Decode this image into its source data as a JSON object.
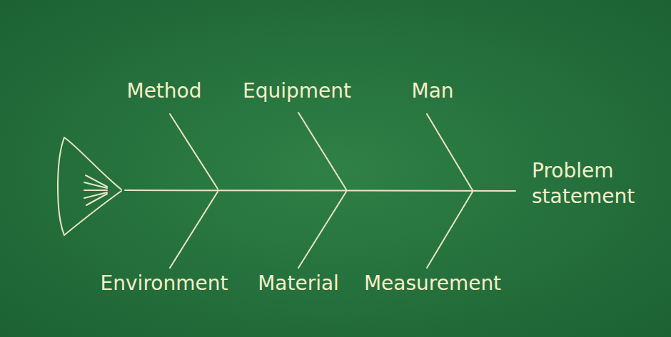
{
  "diagram": {
    "labels": [
      "Method",
      "Equipment",
      "Man",
      "Problem statement",
      "Environment",
      "Material",
      "Measurement"
    ]
  }
}
